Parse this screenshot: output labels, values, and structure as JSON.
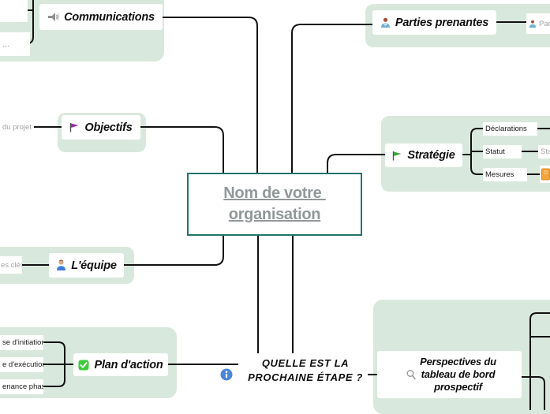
{
  "central": {
    "line1": "Nom de votre ",
    "line2": "organisation"
  },
  "colors": {
    "panel_green": "#d9e8dc",
    "central_border_teal": "#21756c",
    "central_text_gray": "#919899",
    "line_black": "#111111",
    "flag_purple": "#9b27af",
    "flag_green": "#3fa03c",
    "check_green": "#3ecc3e",
    "info_blue": "#4a86d8",
    "accent_orange": "#f2a33c"
  },
  "branches": {
    "communications": {
      "label": "Communications",
      "icon": "megaphone-icon"
    },
    "parties": {
      "label": "Parties prenantes",
      "icon": "person-icon",
      "child_fragment": "Par"
    },
    "objectifs": {
      "label": "Objectifs",
      "icon": "flag-purple-icon",
      "ghost_fragment": "du projet"
    },
    "strategie": {
      "label": "Stratégie",
      "icon": "flag-green-icon",
      "children": [
        "Déclarations",
        "Statut",
        "Mesures"
      ],
      "statut_ghost_fragment": "Sta"
    },
    "equipe": {
      "label": "L'équipe",
      "icon": "person-icon",
      "ghost_fragment": "es clés"
    },
    "plan": {
      "label": "Plan d'action",
      "icon": "check-icon",
      "children": [
        "se d'initiation",
        "e d'exécution",
        "enance phase"
      ]
    },
    "next_step": {
      "line1": "QUELLE EST LA",
      "line2": "PROCHAINE ÉTAPE ?",
      "icon": "info-icon"
    },
    "perspectives": {
      "line1": "Perspectives du",
      "line2": "tableau de bord",
      "line3": "prospectif",
      "icon": "magnifier-icon"
    }
  }
}
